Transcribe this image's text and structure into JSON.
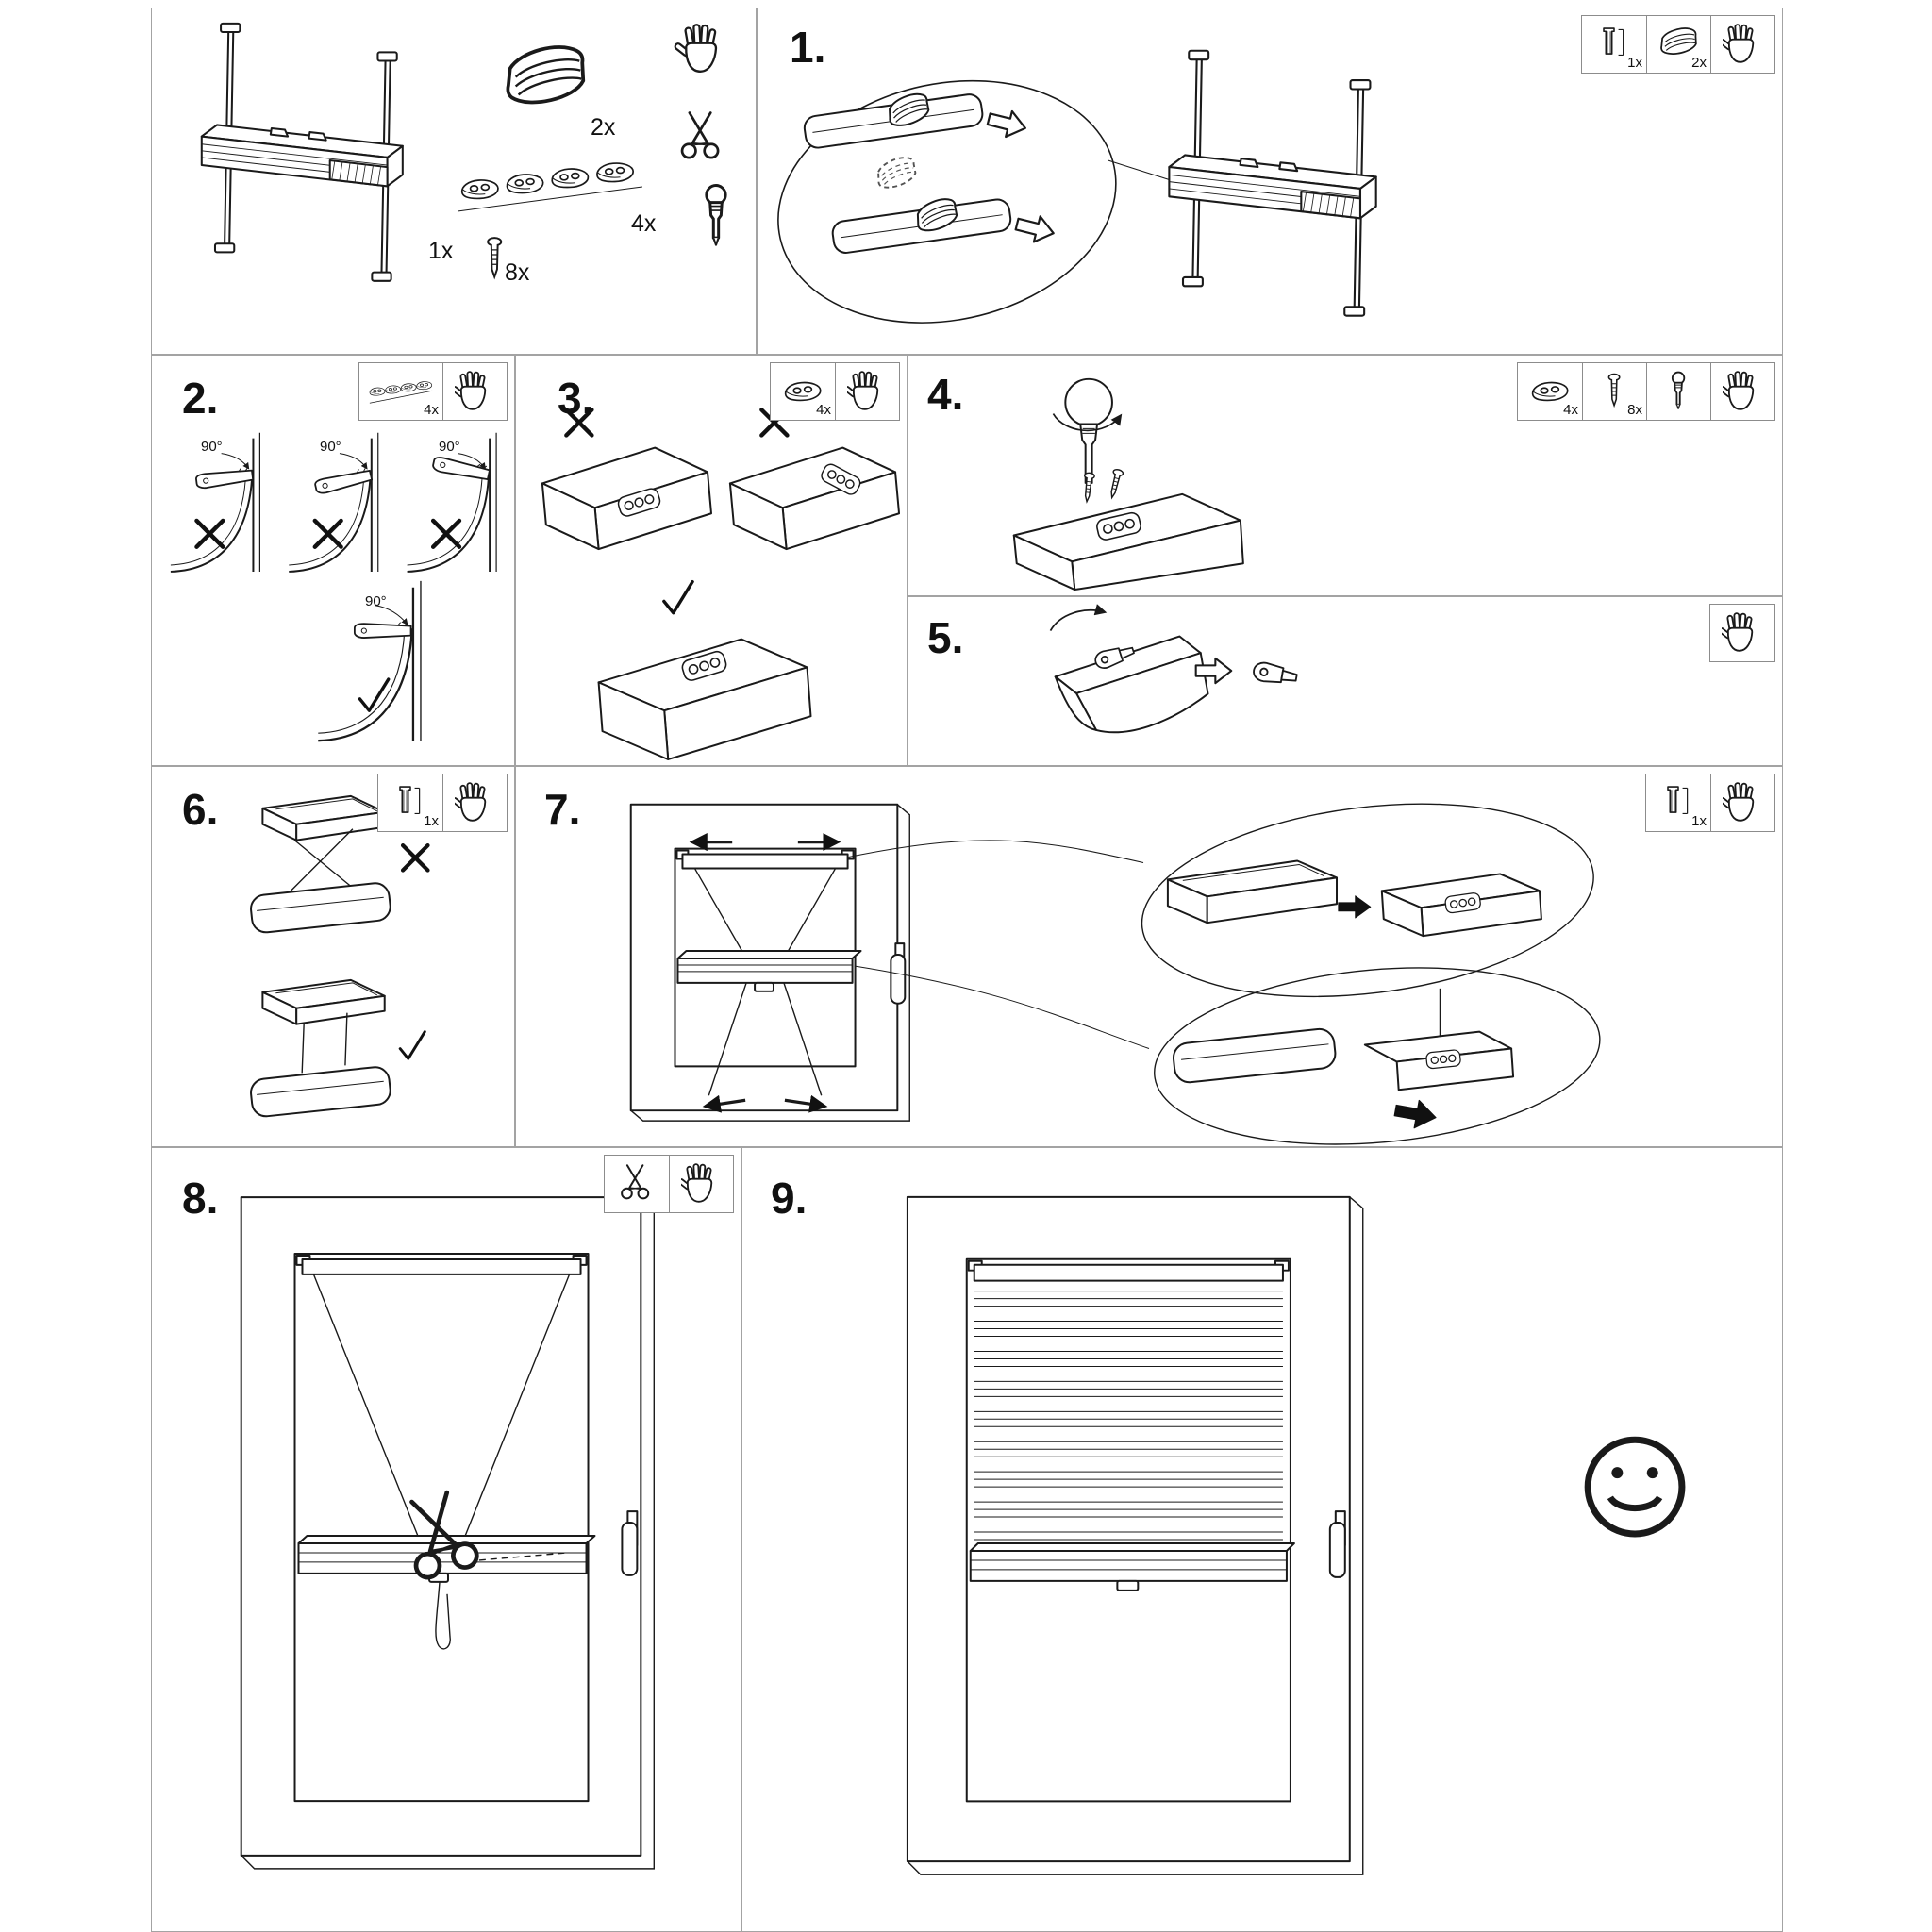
{
  "page": {
    "background": "#ffffff",
    "ink": "#1a1a1a",
    "panel_border": "#a3a3a3"
  },
  "parts_overview": {
    "blind_qty": "1x",
    "screws_qty": "8x",
    "clamps_qty": "2x",
    "brackets_qty": "4x",
    "tools": [
      "hand",
      "scissors",
      "screwdriver"
    ]
  },
  "steps": {
    "s1": {
      "number": "1.",
      "tools": [
        {
          "icon": "clip-part",
          "qty": "1x"
        },
        {
          "icon": "clamp-part",
          "qty": "2x"
        },
        {
          "icon": "hand"
        }
      ]
    },
    "s2": {
      "number": "2.",
      "angle_label": "90°",
      "tools": [
        {
          "icon": "bracket-strip",
          "qty": "4x"
        },
        {
          "icon": "hand"
        }
      ]
    },
    "s3": {
      "number": "3.",
      "tools": [
        {
          "icon": "bracket-part",
          "qty": "4x"
        },
        {
          "icon": "hand"
        }
      ]
    },
    "s4": {
      "number": "4.",
      "tools": [
        {
          "icon": "bracket-part",
          "qty": "4x"
        },
        {
          "icon": "screw",
          "qty": "8x"
        },
        {
          "icon": "screwdriver"
        },
        {
          "icon": "hand"
        }
      ]
    },
    "s5": {
      "number": "5.",
      "tools": [
        {
          "icon": "hand"
        }
      ]
    },
    "s6": {
      "number": "6.",
      "tools": [
        {
          "icon": "clip-part",
          "qty": "1x"
        },
        {
          "icon": "hand"
        }
      ]
    },
    "s7": {
      "number": "7.",
      "tools": [
        {
          "icon": "clip-part",
          "qty": "1x"
        },
        {
          "icon": "hand"
        }
      ]
    },
    "s8": {
      "number": "8.",
      "tools": [
        {
          "icon": "scissors"
        },
        {
          "icon": "hand"
        }
      ]
    },
    "s9": {
      "number": "9.",
      "result_icon": "smiley"
    }
  },
  "marks": {
    "correct": "✓",
    "incorrect": "✕"
  }
}
